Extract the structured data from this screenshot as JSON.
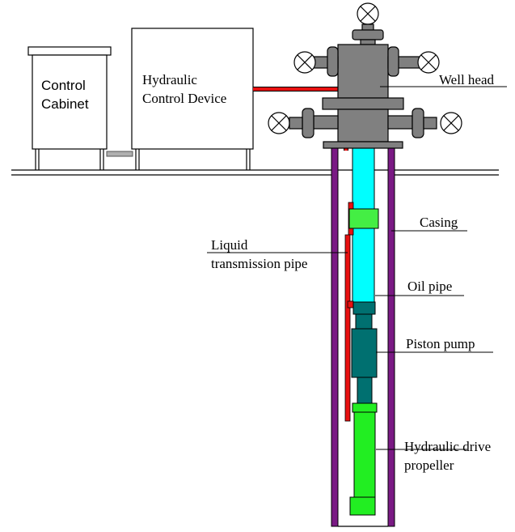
{
  "boxes": {
    "control_cabinet": [
      "Control",
      "Cabinet"
    ],
    "hydraulic_control_device": [
      "Hydraulic",
      "Control Device"
    ]
  },
  "labels": {
    "well_head": "Well head",
    "casing": "Casing",
    "liquid_transmission_pipe": [
      "Liquid",
      "transmission pipe"
    ],
    "oil_pipe": "Oil pipe",
    "piston_pump": "Piston pump",
    "hydraulic_drive_propeller": [
      "Hydraulic drive",
      "propeller"
    ]
  },
  "colors": {
    "casing": "#7a1a84",
    "oil_pipe": "#00ffff",
    "coupling": "#44ee44",
    "pump": "#007070",
    "propeller": "#22ee22",
    "transmission_pipe": "#e81010",
    "wellhead": "#808080"
  }
}
